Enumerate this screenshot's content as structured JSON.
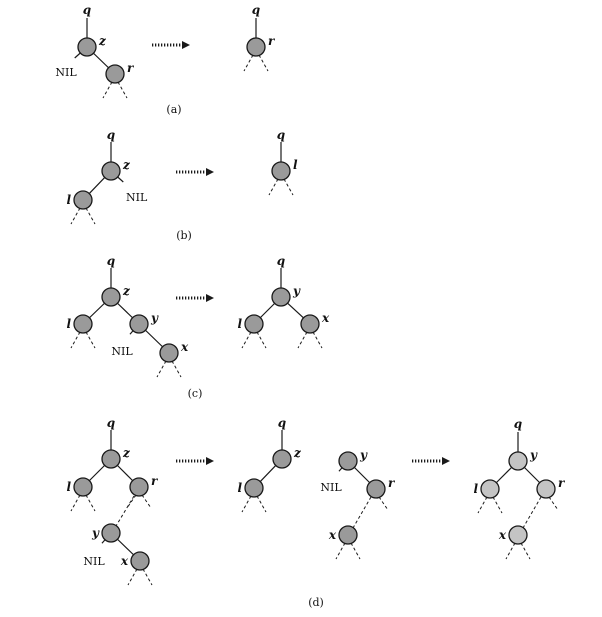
{
  "colors": {
    "node_fill": "#9a9a9a",
    "node_fill_light": "#c4c4c4",
    "node_stroke": "#1a1a1a",
    "ink": "#1a1a1a"
  },
  "icons": [
    "dotted-arrow-icon"
  ],
  "panels": [
    {
      "id": "a",
      "caption": "(a)",
      "transforms": 1,
      "before": {
        "nodes": [
          {
            "id": "z",
            "label": "z"
          },
          {
            "id": "r",
            "label": "r"
          }
        ],
        "parent": {
          "label": "q"
        },
        "nil": [
          "NIL"
        ]
      },
      "after": {
        "nodes": [
          {
            "id": "r",
            "label": "r"
          }
        ],
        "parent": {
          "label": "q"
        }
      }
    },
    {
      "id": "b",
      "caption": "(b)",
      "transforms": 1,
      "before": {
        "nodes": [
          {
            "id": "z",
            "label": "z"
          },
          {
            "id": "l",
            "label": "l"
          }
        ],
        "parent": {
          "label": "q"
        },
        "nil": [
          "NIL"
        ]
      },
      "after": {
        "nodes": [
          {
            "id": "l",
            "label": "l"
          }
        ],
        "parent": {
          "label": "q"
        }
      }
    },
    {
      "id": "c",
      "caption": "(c)",
      "transforms": 1,
      "before": {
        "nodes": [
          {
            "id": "z",
            "label": "z"
          },
          {
            "id": "l",
            "label": "l"
          },
          {
            "id": "y",
            "label": "y"
          },
          {
            "id": "x",
            "label": "x"
          }
        ],
        "parent": {
          "label": "q"
        },
        "nil": [
          "NIL"
        ]
      },
      "after": {
        "nodes": [
          {
            "id": "y",
            "label": "y"
          },
          {
            "id": "l",
            "label": "l"
          },
          {
            "id": "x",
            "label": "x"
          }
        ],
        "parent": {
          "label": "q"
        }
      }
    },
    {
      "id": "d",
      "caption": "(d)",
      "transforms": 2,
      "before": {
        "nodes": [
          {
            "id": "z",
            "label": "z"
          },
          {
            "id": "l",
            "label": "l"
          },
          {
            "id": "r",
            "label": "r"
          },
          {
            "id": "y",
            "label": "y"
          },
          {
            "id": "x",
            "label": "x"
          }
        ],
        "parent": {
          "label": "q"
        },
        "nil": [
          "NIL"
        ]
      },
      "middle": {
        "nodes": [
          {
            "id": "z",
            "label": "z"
          },
          {
            "id": "l",
            "label": "l"
          },
          {
            "id": "y",
            "label": "y"
          },
          {
            "id": "r",
            "label": "r"
          },
          {
            "id": "x",
            "label": "x"
          }
        ],
        "parent": {
          "label": "q"
        },
        "nil": [
          "NIL"
        ]
      },
      "after": {
        "nodes": [
          {
            "id": "y",
            "label": "y"
          },
          {
            "id": "l",
            "label": "l"
          },
          {
            "id": "r",
            "label": "r"
          },
          {
            "id": "x",
            "label": "x"
          }
        ],
        "parent": {
          "label": "q"
        }
      }
    }
  ]
}
